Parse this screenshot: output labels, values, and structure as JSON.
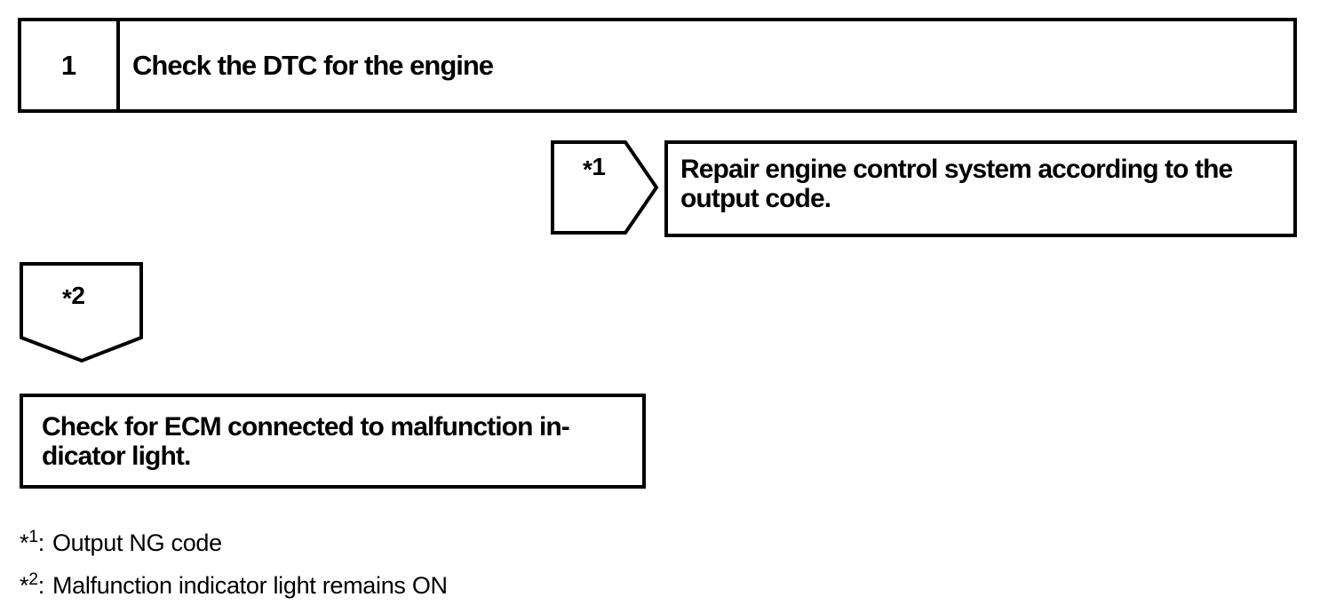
{
  "page": {
    "colors": {
      "ink": "#000000",
      "paper": "#ffffff"
    }
  },
  "flowchart": {
    "step_header": {
      "number": "1",
      "title": "Check the DTC for the engine"
    },
    "branch_right": {
      "connector": {
        "star": "*",
        "number": "1"
      },
      "icon": "pentagon-arrow-right",
      "action_lines": [
        "Repair engine control system according to the",
        "output code."
      ]
    },
    "branch_down": {
      "connector": {
        "star": "*",
        "number": "2"
      },
      "icon": "pentagon-arrow-down",
      "action_lines": [
        "Check for ECM connected to malfunction in-",
        "dicator light."
      ]
    },
    "footnotes": [
      {
        "star": "*",
        "number": "1",
        "separator": ":",
        "text": "Output NG code"
      },
      {
        "star": "*",
        "number": "2",
        "separator": ":",
        "text": "Malfunction indicator light remains ON"
      }
    ]
  }
}
